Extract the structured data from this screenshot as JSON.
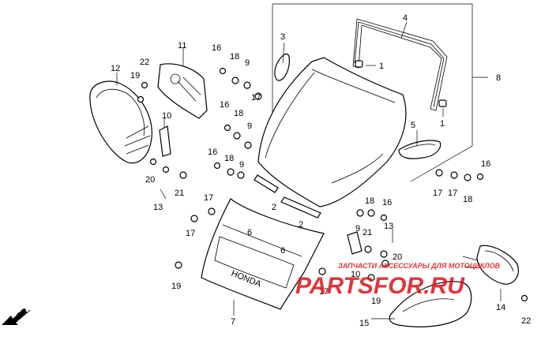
{
  "diagram": {
    "direction_label": "FR.",
    "brand_label": "HONDA",
    "callouts": [
      "1",
      "1",
      "2",
      "2",
      "3",
      "4",
      "5",
      "6",
      "6",
      "7",
      "8",
      "9",
      "9",
      "9",
      "9",
      "10",
      "10",
      "11",
      "12",
      "13",
      "13",
      "14",
      "15",
      "16",
      "16",
      "16",
      "16",
      "16",
      "17",
      "17",
      "17",
      "17",
      "17",
      "17",
      "18",
      "18",
      "18",
      "18",
      "18",
      "19",
      "19",
      "19",
      "20",
      "20",
      "21",
      "21",
      "22",
      "22"
    ]
  },
  "watermark": {
    "line_top": "ЗАПЧАСТИ АКСЕССУАРЫ ДЛЯ МОТОЦИКЛОВ",
    "line_bottom": "PARTSFOR.RU",
    "color": "#d9141c"
  }
}
